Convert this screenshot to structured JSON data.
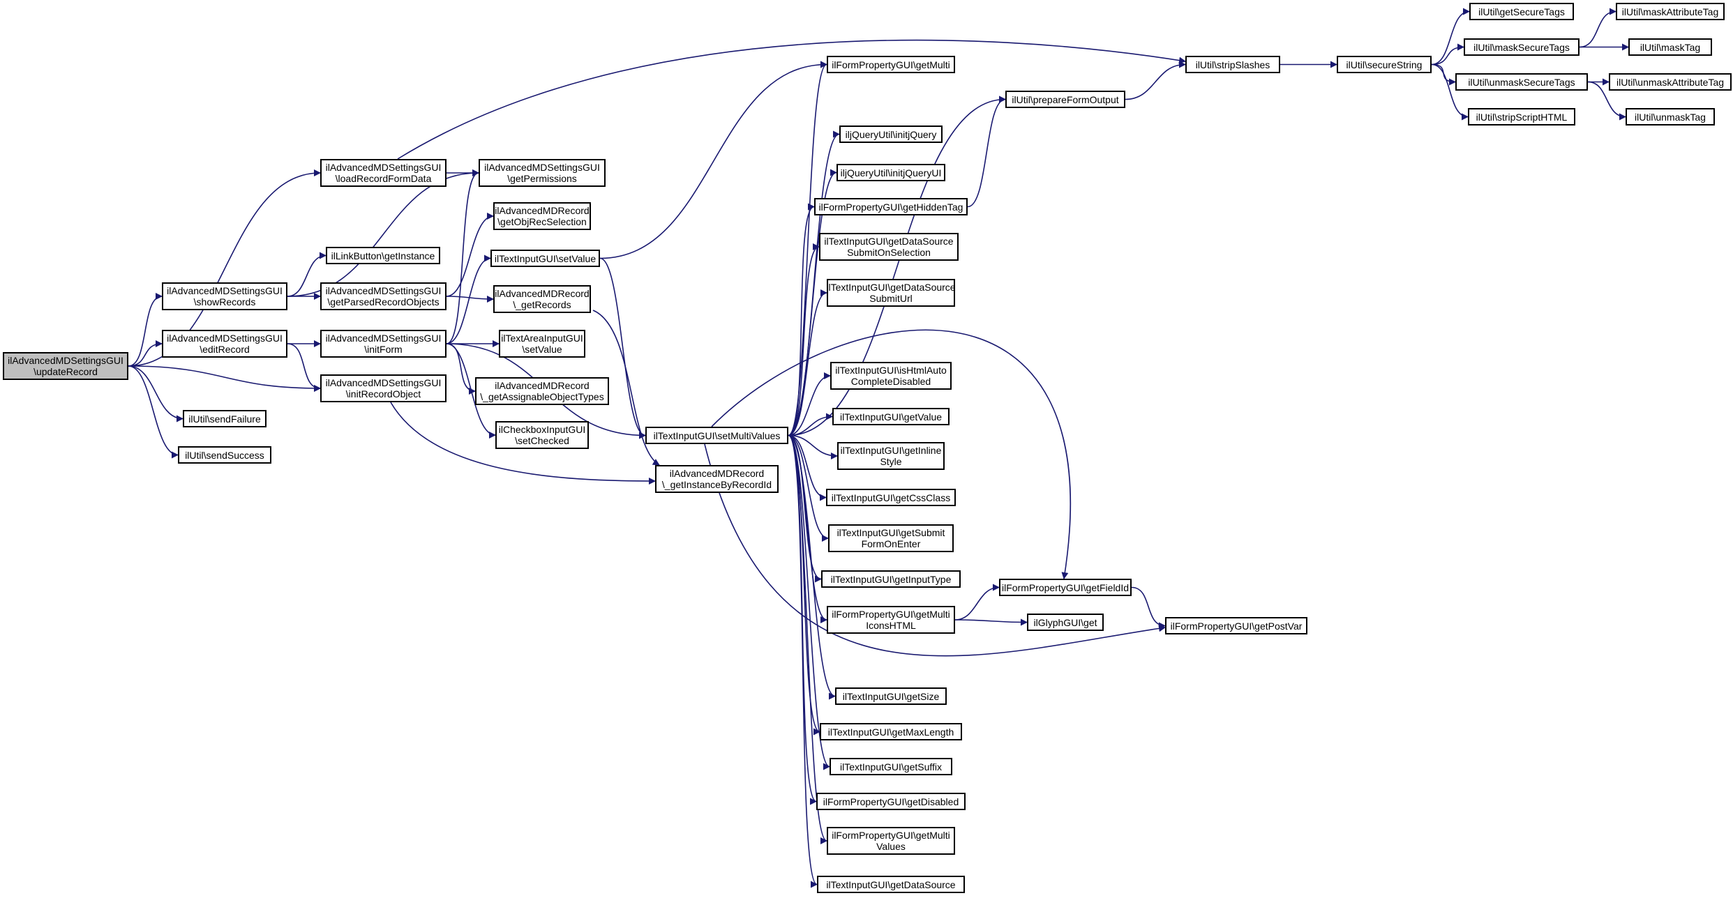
{
  "colors": {
    "edge": "#191970",
    "root_fill": "#bfbfbf",
    "node_fill": "#ffffff",
    "border": "#000000"
  },
  "nodes": [
    {
      "id": "updateRecord",
      "label": "ilAdvancedMDSettingsGUI\n\\updateRecord",
      "root": true
    },
    {
      "id": "loadRecordFormData",
      "label": "ilAdvancedMDSettingsGUI\n\\loadRecordFormData"
    },
    {
      "id": "showRecords",
      "label": "ilAdvancedMDSettingsGUI\n\\showRecords"
    },
    {
      "id": "editRecord",
      "label": "ilAdvancedMDSettingsGUI\n\\editRecord"
    },
    {
      "id": "initRecordObject",
      "label": "ilAdvancedMDSettingsGUI\n\\initRecordObject"
    },
    {
      "id": "sendFailure",
      "label": "ilUtil\\sendFailure"
    },
    {
      "id": "sendSuccess",
      "label": "ilUtil\\sendSuccess"
    },
    {
      "id": "getPermissions",
      "label": "ilAdvancedMDSettingsGUI\n\\getPermissions"
    },
    {
      "id": "getInstance",
      "label": "ilLinkButton\\getInstance"
    },
    {
      "id": "getParsedRecordObjects",
      "label": "ilAdvancedMDSettingsGUI\n\\getParsedRecordObjects"
    },
    {
      "id": "initForm",
      "label": "ilAdvancedMDSettingsGUI\n\\initForm"
    },
    {
      "id": "getObjRecSelection",
      "label": "ilAdvancedMDRecord\n\\getObjRecSelection"
    },
    {
      "id": "setValue",
      "label": "ilTextInputGUI\\setValue"
    },
    {
      "id": "getRecords",
      "label": "ilAdvancedMDRecord\n\\_getRecords"
    },
    {
      "id": "taSetValue",
      "label": "ilTextAreaInputGUI\n\\setValue"
    },
    {
      "id": "getAssignableObjectTypes",
      "label": "ilAdvancedMDRecord\n\\_getAssignableObjectTypes"
    },
    {
      "id": "setChecked",
      "label": "ilCheckboxInputGUI\n\\setChecked"
    },
    {
      "id": "setMultiValues",
      "label": "ilTextInputGUI\\setMultiValues"
    },
    {
      "id": "getInstanceByRecordId",
      "label": "ilAdvancedMDRecord\n\\_getInstanceByRecordId"
    },
    {
      "id": "getMulti",
      "label": "ilFormPropertyGUI\\getMulti"
    },
    {
      "id": "initjQuery",
      "label": "iljQueryUtil\\initjQuery"
    },
    {
      "id": "initjQueryUI",
      "label": "iljQueryUtil\\initjQueryUI"
    },
    {
      "id": "getHiddenTag",
      "label": "ilFormPropertyGUI\\getHiddenTag"
    },
    {
      "id": "dsSubmitOnSelection",
      "label": "ilTextInputGUI\\getDataSource\nSubmitOnSelection"
    },
    {
      "id": "dsSubmitUrl",
      "label": "ilTextInputGUI\\getDataSource\nSubmitUrl"
    },
    {
      "id": "isHtmlAutoCompleteDisabled",
      "label": "ilTextInputGUI\\isHtmlAuto\nCompleteDisabled"
    },
    {
      "id": "getValue",
      "label": "ilTextInputGUI\\getValue"
    },
    {
      "id": "getInlineStyle",
      "label": "ilTextInputGUI\\getInline\nStyle"
    },
    {
      "id": "getCssClass",
      "label": "ilTextInputGUI\\getCssClass"
    },
    {
      "id": "getSubmitFormOnEnter",
      "label": "ilTextInputGUI\\getSubmit\nFormOnEnter"
    },
    {
      "id": "getInputType",
      "label": "ilTextInputGUI\\getInputType"
    },
    {
      "id": "getMultiIconsHTML",
      "label": "ilFormPropertyGUI\\getMulti\nIconsHTML"
    },
    {
      "id": "getSize",
      "label": "ilTextInputGUI\\getSize"
    },
    {
      "id": "getMaxLength",
      "label": "ilTextInputGUI\\getMaxLength"
    },
    {
      "id": "getSuffix",
      "label": "ilTextInputGUI\\getSuffix"
    },
    {
      "id": "getDisabled",
      "label": "ilFormPropertyGUI\\getDisabled"
    },
    {
      "id": "getMultiValues",
      "label": "ilFormPropertyGUI\\getMulti\nValues"
    },
    {
      "id": "getDataSource",
      "label": "ilTextInputGUI\\getDataSource"
    },
    {
      "id": "prepareFormOutput",
      "label": "ilUtil\\prepareFormOutput"
    },
    {
      "id": "getFieldId",
      "label": "ilFormPropertyGUI\\getFieldId"
    },
    {
      "id": "glyphGet",
      "label": "ilGlyphGUI\\get"
    },
    {
      "id": "getPostVar",
      "label": "ilFormPropertyGUI\\getPostVar"
    },
    {
      "id": "stripSlashes",
      "label": "ilUtil\\stripSlashes"
    },
    {
      "id": "secureString",
      "label": "ilUtil\\secureString"
    },
    {
      "id": "getSecureTags",
      "label": "ilUtil\\getSecureTags"
    },
    {
      "id": "maskSecureTags",
      "label": "ilUtil\\maskSecureTags"
    },
    {
      "id": "unmaskSecureTags",
      "label": "ilUtil\\unmaskSecureTags"
    },
    {
      "id": "stripScriptHTML",
      "label": "ilUtil\\stripScriptHTML"
    },
    {
      "id": "maskAttributeTag",
      "label": "ilUtil\\maskAttributeTag"
    },
    {
      "id": "maskTag",
      "label": "ilUtil\\maskTag"
    },
    {
      "id": "unmaskAttributeTag",
      "label": "ilUtil\\unmaskAttributeTag"
    },
    {
      "id": "unmaskTag",
      "label": "ilUtil\\unmaskTag"
    }
  ],
  "edges": [
    [
      "updateRecord",
      "loadRecordFormData"
    ],
    [
      "updateRecord",
      "showRecords"
    ],
    [
      "updateRecord",
      "editRecord"
    ],
    [
      "updateRecord",
      "initRecordObject"
    ],
    [
      "updateRecord",
      "sendFailure"
    ],
    [
      "updateRecord",
      "sendSuccess"
    ],
    [
      "loadRecordFormData",
      "getPermissions"
    ],
    [
      "loadRecordFormData",
      "stripSlashes"
    ],
    [
      "showRecords",
      "getPermissions"
    ],
    [
      "showRecords",
      "getInstance"
    ],
    [
      "showRecords",
      "getParsedRecordObjects"
    ],
    [
      "editRecord",
      "initForm"
    ],
    [
      "editRecord",
      "initRecordObject"
    ],
    [
      "getParsedRecordObjects",
      "getObjRecSelection"
    ],
    [
      "getParsedRecordObjects",
      "getRecords"
    ],
    [
      "initForm",
      "getPermissions"
    ],
    [
      "initForm",
      "setValue"
    ],
    [
      "initForm",
      "taSetValue"
    ],
    [
      "initForm",
      "getAssignableObjectTypes"
    ],
    [
      "initForm",
      "setChecked"
    ],
    [
      "initForm",
      "setMultiValues"
    ],
    [
      "initRecordObject",
      "getInstanceByRecordId"
    ],
    [
      "getRecords",
      "getInstanceByRecordId"
    ],
    [
      "setValue",
      "getMulti"
    ],
    [
      "setValue",
      "setMultiValues"
    ],
    [
      "setMultiValues",
      "getMulti"
    ],
    [
      "setMultiValues",
      "prepareFormOutput"
    ],
    [
      "setMultiValues",
      "initjQuery"
    ],
    [
      "setMultiValues",
      "initjQueryUI"
    ],
    [
      "setMultiValues",
      "getHiddenTag"
    ],
    [
      "setMultiValues",
      "dsSubmitOnSelection"
    ],
    [
      "setMultiValues",
      "dsSubmitUrl"
    ],
    [
      "setMultiValues",
      "getFieldId"
    ],
    [
      "setMultiValues",
      "isHtmlAutoCompleteDisabled"
    ],
    [
      "setMultiValues",
      "getValue"
    ],
    [
      "setMultiValues",
      "getInlineStyle"
    ],
    [
      "setMultiValues",
      "getCssClass"
    ],
    [
      "setMultiValues",
      "getSubmitFormOnEnter"
    ],
    [
      "setMultiValues",
      "getInputType"
    ],
    [
      "setMultiValues",
      "getMultiIconsHTML"
    ],
    [
      "setMultiValues",
      "getPostVar"
    ],
    [
      "setMultiValues",
      "getSize"
    ],
    [
      "setMultiValues",
      "getMaxLength"
    ],
    [
      "setMultiValues",
      "getSuffix"
    ],
    [
      "setMultiValues",
      "getDisabled"
    ],
    [
      "setMultiValues",
      "getMultiValues"
    ],
    [
      "setMultiValues",
      "getDataSource"
    ],
    [
      "getHiddenTag",
      "prepareFormOutput"
    ],
    [
      "prepareFormOutput",
      "stripSlashes"
    ],
    [
      "getMultiIconsHTML",
      "getFieldId"
    ],
    [
      "getMultiIconsHTML",
      "glyphGet"
    ],
    [
      "getFieldId",
      "getPostVar"
    ],
    [
      "stripSlashes",
      "secureString"
    ],
    [
      "secureString",
      "getSecureTags"
    ],
    [
      "secureString",
      "maskSecureTags"
    ],
    [
      "secureString",
      "unmaskSecureTags"
    ],
    [
      "secureString",
      "stripScriptHTML"
    ],
    [
      "maskSecureTags",
      "maskAttributeTag"
    ],
    [
      "maskSecureTags",
      "maskTag"
    ],
    [
      "unmaskSecureTags",
      "unmaskAttributeTag"
    ],
    [
      "unmaskSecureTags",
      "unmaskTag"
    ]
  ]
}
